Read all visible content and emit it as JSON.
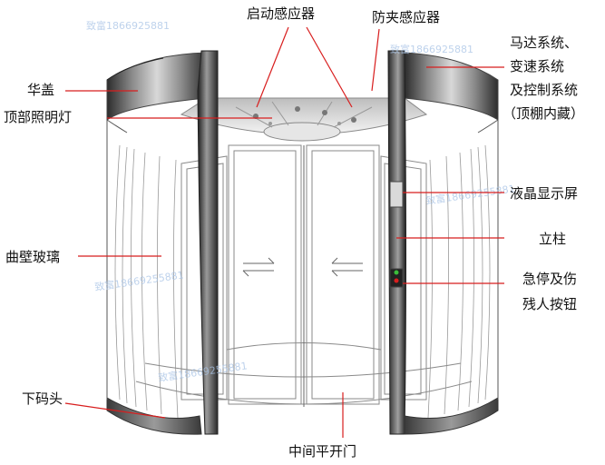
{
  "labels": {
    "start_sensor": "启动感应器",
    "anti_pinch_sensor": "防夹感应器",
    "canopy": "华盖",
    "motor_line1": "马达系统、",
    "motor_line2": "变速系统",
    "motor_line3": "及控制系统",
    "motor_line4": "（顶棚内藏）",
    "ceiling_light": "顶部照明灯",
    "lcd": "液晶显示屏",
    "column": "立柱",
    "curved_glass": "曲壁玻璃",
    "emergency_line1": "急停及伤",
    "emergency_line2": "残人按钮",
    "bottom_trim": "下码头",
    "center_door": "中间平开门"
  },
  "watermarks": [
    "致富1866925881",
    "致富1866925881",
    "致富18669255881",
    "致富18669255881",
    "致富18669255881"
  ],
  "colors": {
    "leader_line": "#d81e1e",
    "canopy_band": "#5a5a5a",
    "column_dark": "#3a3a3a"
  }
}
